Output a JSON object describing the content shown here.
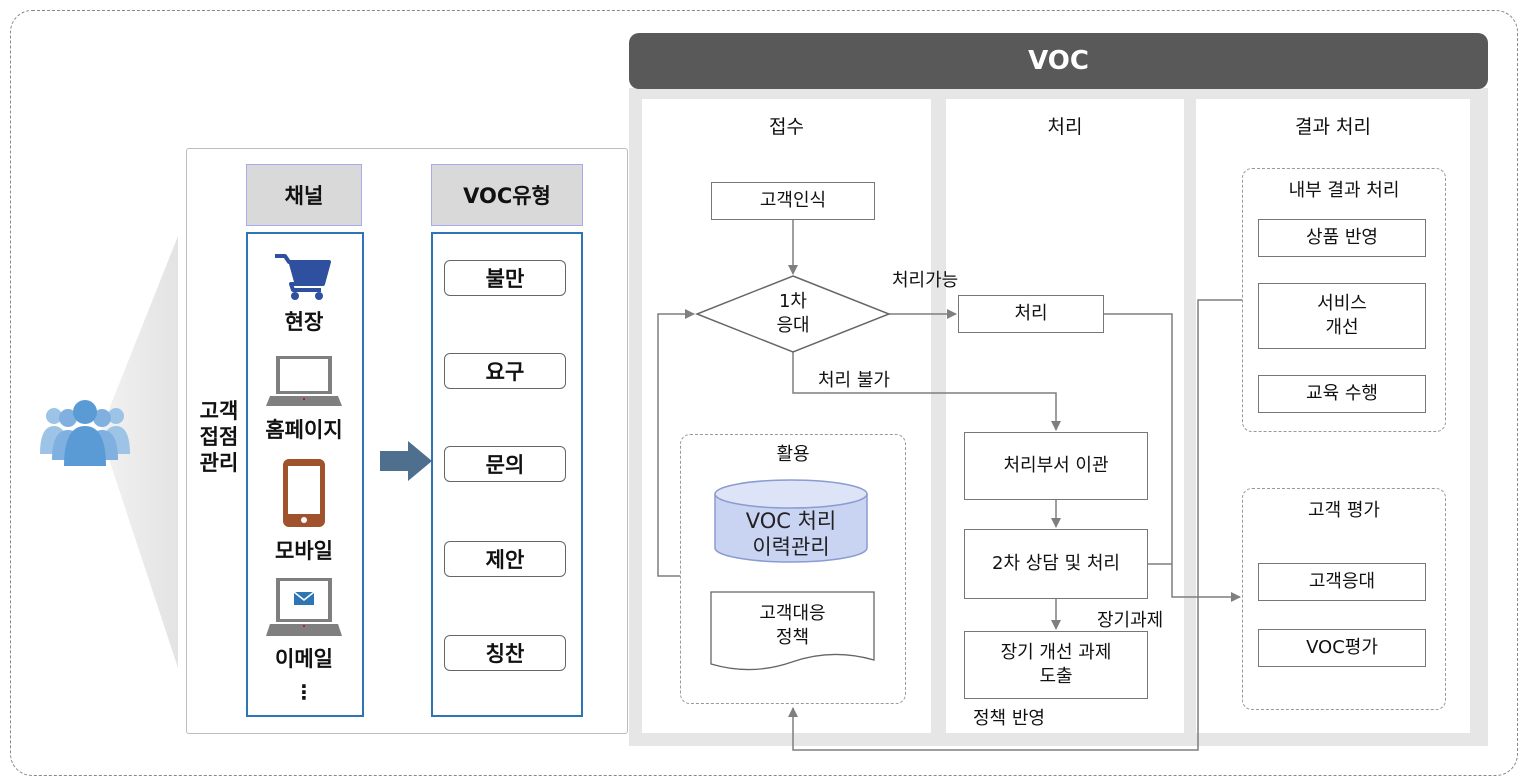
{
  "left": {
    "side_label": [
      "고객",
      "접점",
      "관리"
    ],
    "channel_header": "채널",
    "channels": [
      "현장",
      "홈페이지",
      "모바일",
      "이메일"
    ],
    "channel_more": "⋮",
    "type_header": "VOC유형",
    "types": [
      "불만",
      "요구",
      "문의",
      "제안",
      "칭찬"
    ]
  },
  "voc": {
    "title": "VOC",
    "lanes": [
      "접수",
      "처리",
      "결과 처리"
    ],
    "intake": {
      "recognize": "고객인식",
      "decision": [
        "1차",
        "응대"
      ],
      "can_process": "처리가능",
      "cannot_process": "처리 불가",
      "usage_title": "활용",
      "history_db": [
        "VOC 처리",
        "이력관리"
      ],
      "policy_doc": [
        "고객대응",
        "정책"
      ]
    },
    "process": {
      "handle": "처리",
      "transfer": "처리부서 이관",
      "second": "2차 상담 및 처리",
      "long_term_label": "장기과제",
      "improve": [
        "장기 개선 과제",
        "도출"
      ],
      "policy_reflect": "정책 반영"
    },
    "result": {
      "internal_title": "내부 결과 처리",
      "internal_items": [
        [
          "상품 반영"
        ],
        [
          "서비스",
          "개선"
        ],
        [
          "교육 수행"
        ]
      ],
      "customer_title": "고객 평가",
      "customer_items": [
        "고객응대",
        "VOC평가"
      ]
    }
  },
  "colors": {
    "accent_blue": "#2e75b6",
    "header_gray": "#595959",
    "people_blue": "#5b9bd5",
    "db_fill": "#c9d3f2",
    "arrow_fill": "#4f6f8f"
  },
  "icons": [
    "people-icon",
    "cart-icon",
    "laptop-icon",
    "tablet-icon",
    "email-laptop-icon"
  ]
}
